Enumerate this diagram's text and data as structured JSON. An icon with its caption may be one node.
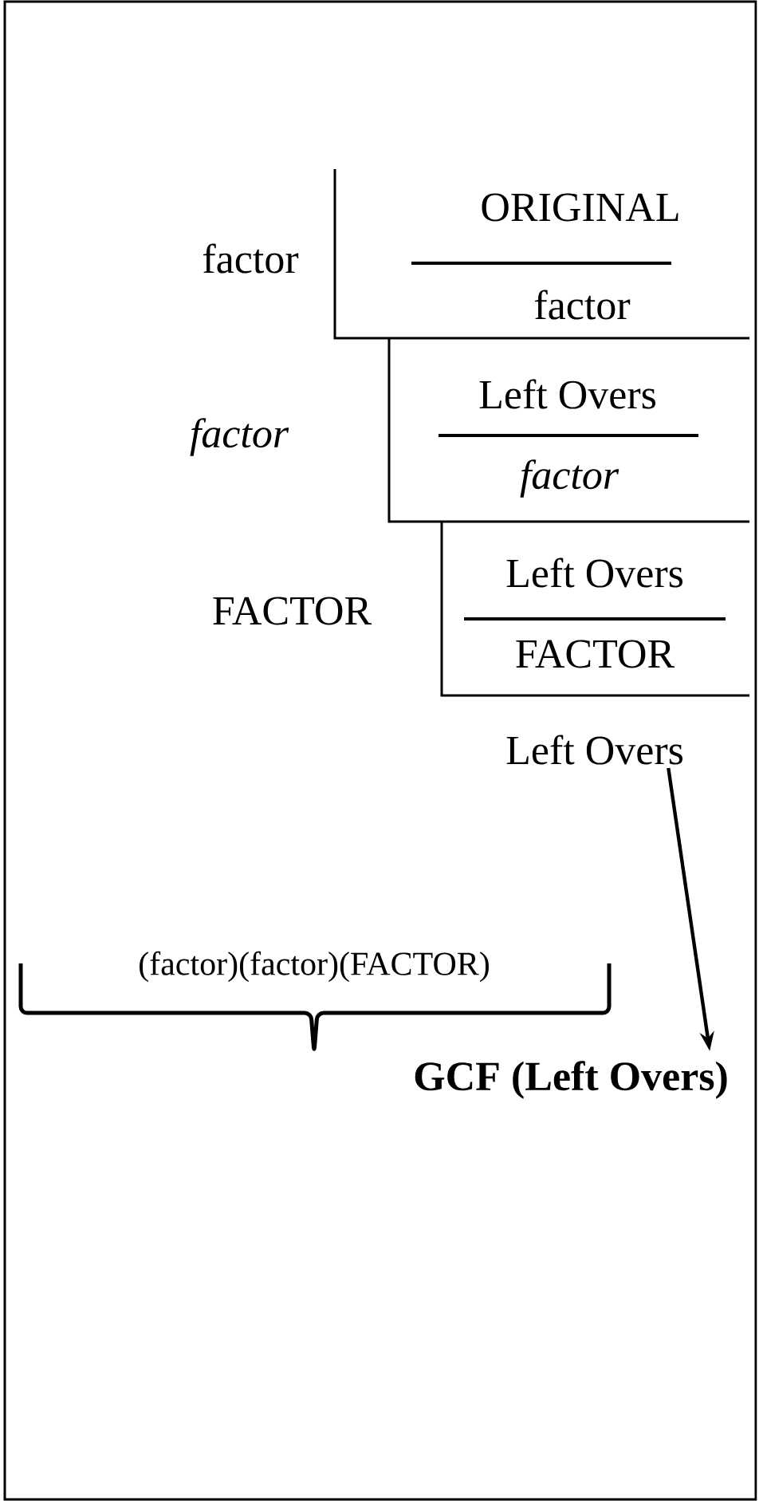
{
  "diagram": {
    "nodes": [
      {
        "text": [
          "Left Overs"
        ]
      },
      {
        "text": [
          "GCF (Left Overs)"
        ]
      }
    ],
    "edges": [
      {
        "from": 0,
        "to": 1,
        "arrow": "to"
      }
    ],
    "labels": [
      "factor",
      "ORIGINAL",
      "factor",
      "factor",
      "Left Overs",
      "factor",
      "FACTOR",
      "Left Overs",
      "FACTOR",
      "(factor)(factor)(FACTOR)"
    ]
  }
}
